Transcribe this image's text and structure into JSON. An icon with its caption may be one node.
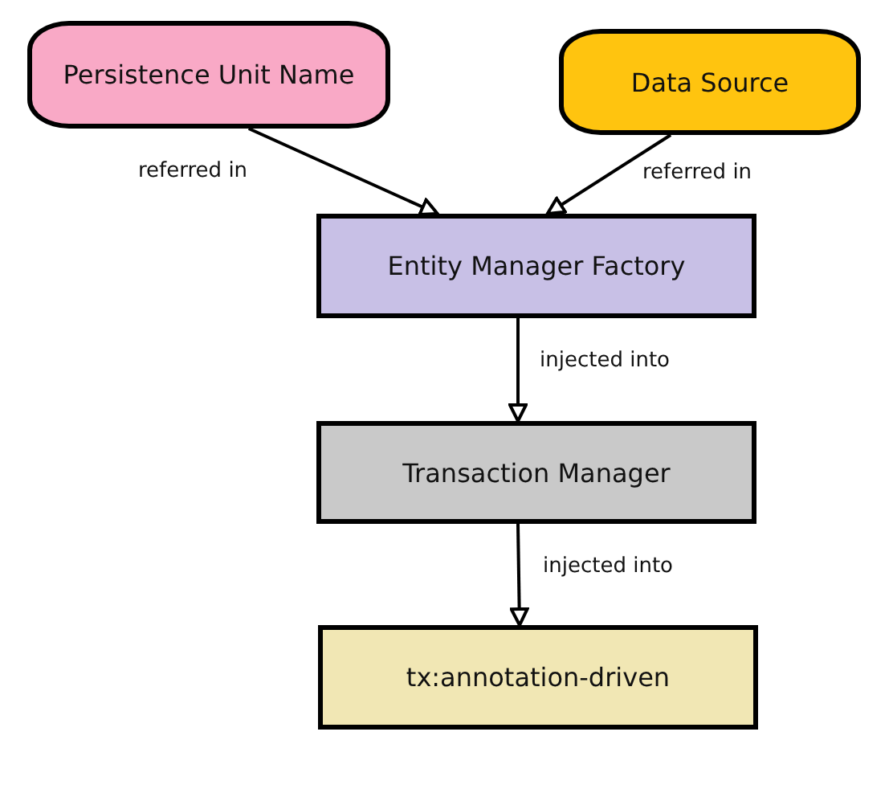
{
  "diagram": {
    "nodes": [
      {
        "text": [
          "Persistence Unit Name"
        ]
      },
      {
        "text": [
          "Data Source"
        ]
      },
      {
        "text": [
          "Entity Manager Factory"
        ]
      },
      {
        "text": [
          "Transaction Manager"
        ]
      },
      {
        "text": [
          "tx:annotation-driven"
        ]
      }
    ],
    "edges": [
      {
        "from": 0,
        "to": 2,
        "arrow": "to",
        "label": "referred in"
      },
      {
        "from": 1,
        "to": 2,
        "arrow": "to",
        "label": "referred in"
      },
      {
        "from": 2,
        "to": 3,
        "arrow": "to",
        "label": "injected into"
      },
      {
        "from": 3,
        "to": 4,
        "arrow": "to",
        "label": "injected into"
      }
    ]
  }
}
